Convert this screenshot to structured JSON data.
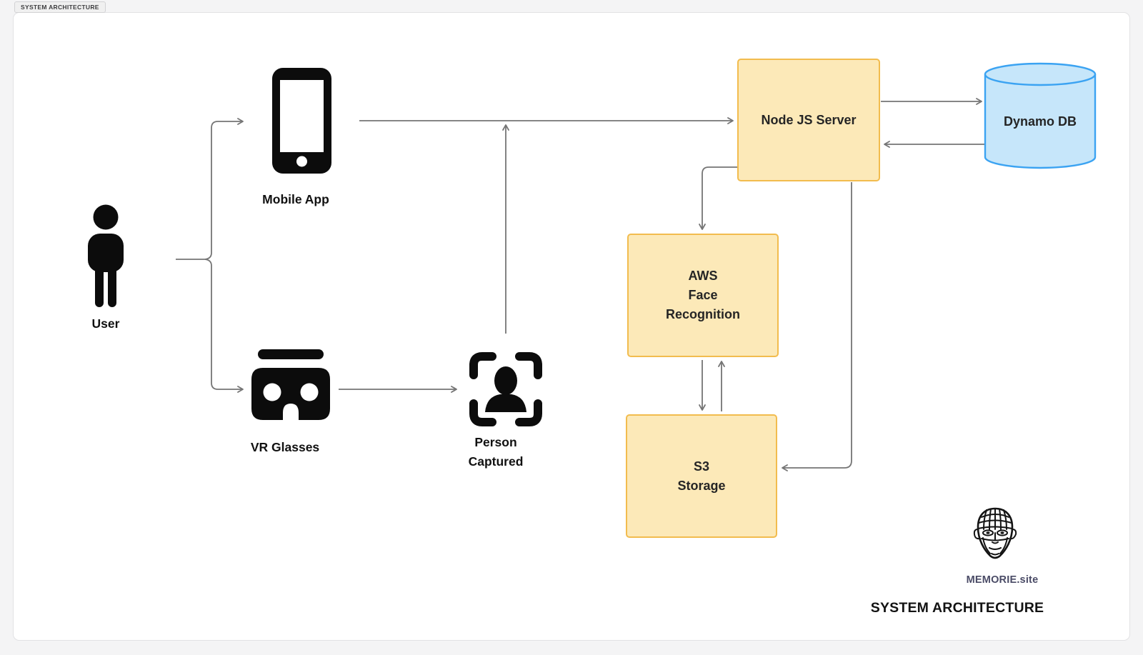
{
  "page": {
    "tab_label": "SYSTEM ARCHITECTURE"
  },
  "diagram": {
    "nodes": {
      "user": {
        "label": "User",
        "icon": "person-silhouette-icon"
      },
      "mobile_app": {
        "label": "Mobile App",
        "icon": "smartphone-icon"
      },
      "vr_glasses": {
        "label": "VR Glasses",
        "icon": "vr-headset-icon"
      },
      "person_captured": {
        "label_line1": "Person",
        "label_line2": "Captured",
        "icon": "face-scan-frame-icon"
      },
      "node_server": {
        "label": "Node JS Server",
        "shape": "rounded-rect"
      },
      "dynamo_db": {
        "label": "Dynamo DB",
        "shape": "cylinder"
      },
      "aws_face": {
        "label_line1": "AWS",
        "label_line2": "Face",
        "label_line3": "Recognition",
        "shape": "rounded-rect"
      },
      "s3_storage": {
        "label_line1": "S3",
        "label_line2": "Storage",
        "shape": "rounded-rect"
      }
    },
    "edges": [
      {
        "from": "user",
        "to": "mobile_app"
      },
      {
        "from": "user",
        "to": "vr_glasses"
      },
      {
        "from": "mobile_app",
        "to": "node_server"
      },
      {
        "from": "vr_glasses",
        "to": "person_captured"
      },
      {
        "from": "person_captured",
        "to": "mobile_app_node_server_line"
      },
      {
        "from": "node_server",
        "to": "dynamo_db"
      },
      {
        "from": "dynamo_db",
        "to": "node_server"
      },
      {
        "from": "node_server",
        "to": "aws_face"
      },
      {
        "from": "aws_face",
        "to": "s3_storage"
      },
      {
        "from": "s3_storage",
        "to": "aws_face"
      },
      {
        "from": "node_server",
        "to": "s3_storage"
      }
    ],
    "colors": {
      "process_box_fill": "#fce9b8",
      "process_box_border": "#f2bc4e",
      "db_cylinder_fill": "#c6e6fa",
      "db_cylinder_border": "#3ba3f2",
      "connector": "#757575",
      "icon_black": "#0c0c0c",
      "brand_text": "#4a4b66"
    }
  },
  "branding": {
    "site_name": "MEMORIE.site",
    "title": "SYSTEM ARCHITECTURE"
  }
}
